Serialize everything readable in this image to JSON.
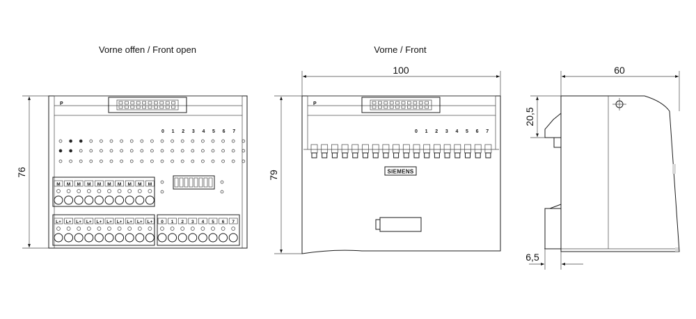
{
  "titles": {
    "left": "Vorne offen / Front open",
    "middle": "Vorne / Front"
  },
  "dimensions": {
    "left_height": "76",
    "mid_width": "100",
    "mid_height": "79",
    "right_width": "60",
    "right_top": "20,5",
    "right_bottom": "6,5"
  },
  "labels": {
    "p": "P",
    "brand": "SIEMENS",
    "m": "M",
    "lplus": "L+",
    "channels": [
      "0",
      "1",
      "2",
      "3",
      "4",
      "5",
      "6",
      "7"
    ]
  }
}
